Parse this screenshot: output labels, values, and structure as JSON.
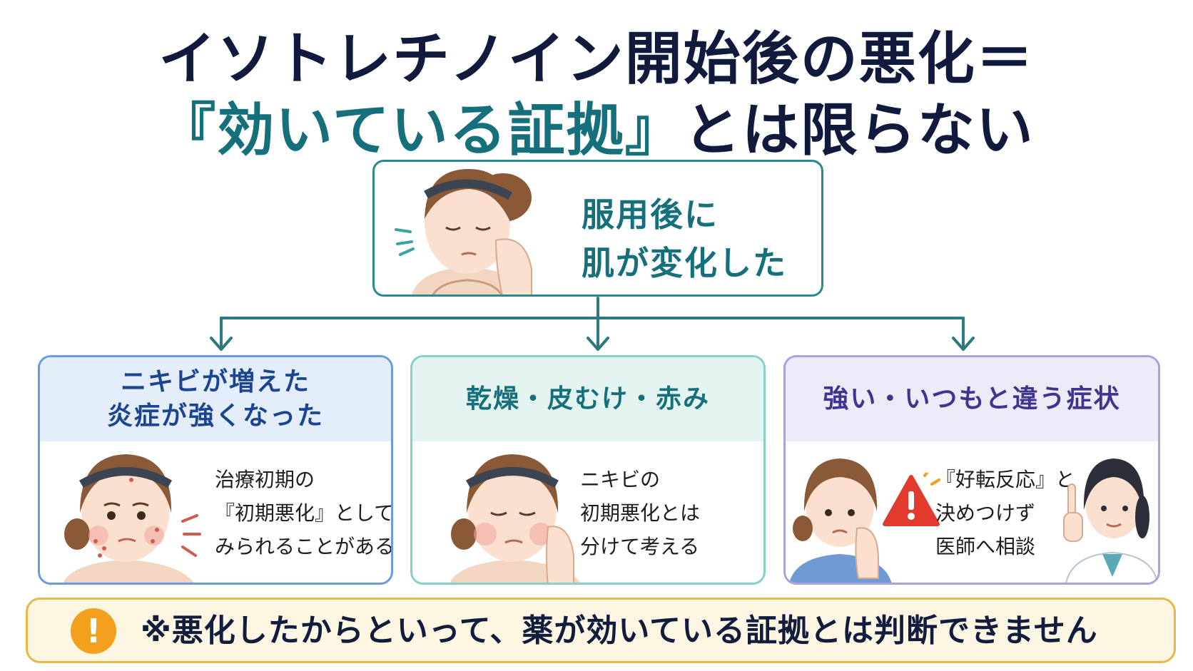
{
  "title": {
    "line1": "イソトレチノイン開始後の悪化＝",
    "line2_highlight": "『効いている証拠』",
    "line2_rest": "とは限らない"
  },
  "top_box": {
    "line1": "服用後に",
    "line2": "肌が変化した"
  },
  "cards": [
    {
      "heading_line1": "ニキビが増えた",
      "heading_line2": "炎症が強くなった",
      "body": [
        "治療初期の",
        "『初期悪化』として",
        "みられることがある"
      ],
      "accent": "#6a9be0"
    },
    {
      "heading_line1": "乾燥・皮むけ・赤み",
      "body": [
        "ニキビの",
        "初期悪化とは",
        "分けて考える"
      ],
      "accent": "#86cfca"
    },
    {
      "heading_line1": "強い・いつもと違う症状",
      "body": [
        "『好転反応』と",
        "決めつけず",
        "医師へ相談"
      ],
      "accent": "#a9a2de"
    }
  ],
  "note": {
    "icon": "exclamation-icon",
    "text": "※悪化したからといって、薬が効いている証拠とは判断できません"
  },
  "colors": {
    "navy": "#111a3c",
    "teal": "#16707c",
    "blue": "#1c4591",
    "purple": "#3e3590",
    "warning": "#f2a01d"
  }
}
